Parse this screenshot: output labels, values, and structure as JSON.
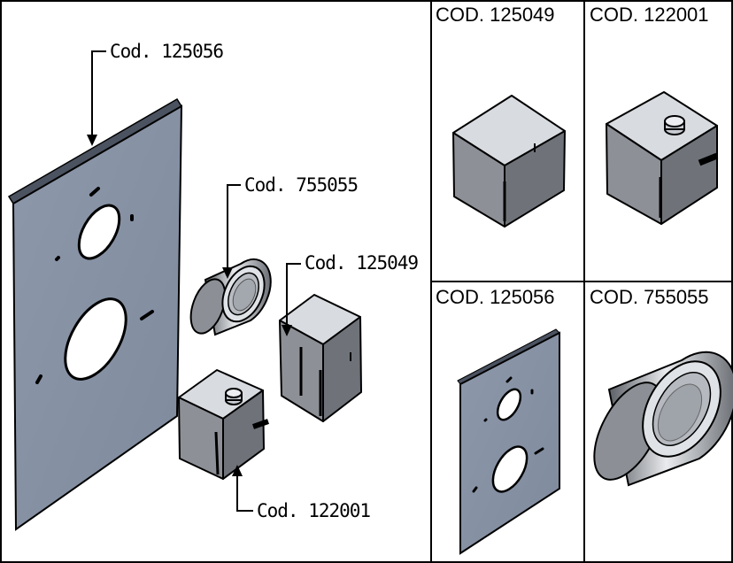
{
  "main_view": {
    "callouts": {
      "plate": "Cod. 125056",
      "ring": "Cod. 755055",
      "box": "Cod. 125049",
      "box_nut": "Cod. 122001"
    }
  },
  "detail_views": {
    "top_left": "COD. 125049",
    "top_right": "COD. 122001",
    "bottom_left": "COD. 125056",
    "bottom_right": "COD. 755055"
  },
  "colors": {
    "plate_face": "#8793a6",
    "box_top": "#d8dbe0",
    "box_left": "#8d9096",
    "box_right": "#6f7379",
    "line": "#000000"
  }
}
